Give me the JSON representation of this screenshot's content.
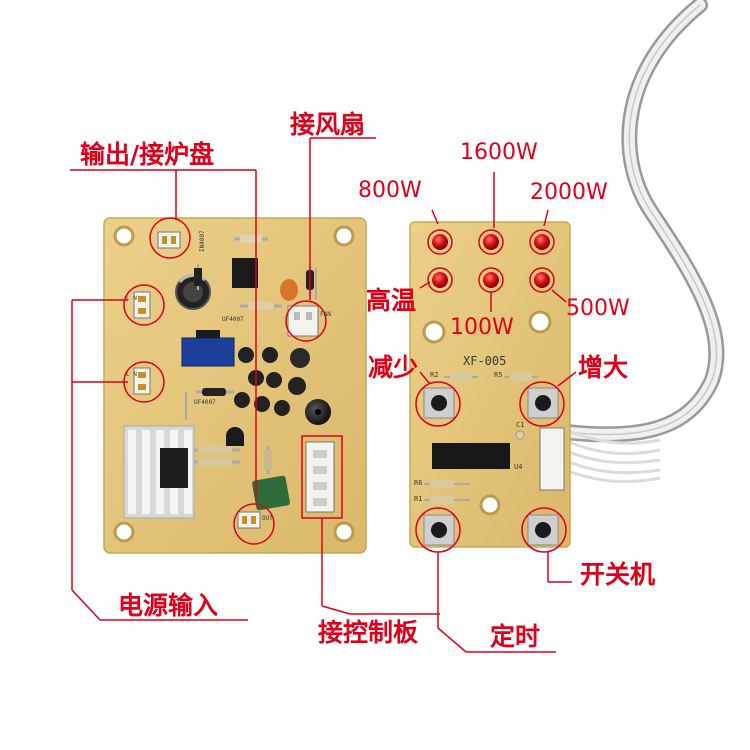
{
  "labels": {
    "output_burner": "输出/接炉盘",
    "fan": "接风扇",
    "power_input": "电源输入",
    "control_board": "接控制板",
    "w800": "800W",
    "w1600": "1600W",
    "w2000": "2000W",
    "high_temp": "高温",
    "w100": "100W",
    "w500": "500W",
    "decrease": "减少",
    "increase": "增大",
    "timer": "定时",
    "power_switch": "开关机"
  },
  "board_text": {
    "model": "XF-005",
    "r2": "R2",
    "r5": "R5",
    "c1": "C1",
    "u4": "U4",
    "r6": "R6",
    "r1": "R1",
    "uf4007_a": "UF4007",
    "uf4007_b": "UF4007",
    "in4007": "IN4007",
    "ln_a": "L N",
    "ln_b": "L N",
    "out": "OUT",
    "fan": "FAN"
  },
  "colors": {
    "annotation": "#e0001a",
    "pcb": "#e6c77a",
    "led": "#e01010"
  }
}
